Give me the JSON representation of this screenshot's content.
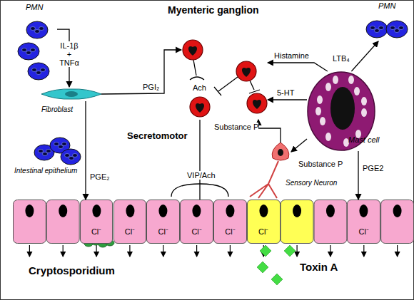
{
  "diagram": {
    "nodes": [
      {
        "text": [
          "PMN"
        ]
      },
      {
        "text": [
          "Myenteric ganglion"
        ]
      },
      {
        "text": [
          "PMN"
        ]
      },
      {
        "text": [
          "Fibroblast"
        ]
      },
      {
        "text": [
          "Mast cell"
        ]
      },
      {
        "text": [
          "Sensory Neuron"
        ]
      },
      {
        "text": [
          "Intestinal epithelium"
        ]
      },
      {
        "text": [
          "Cl⁻"
        ],
        "in": 6
      },
      {
        "text": [
          "Cl⁻"
        ],
        "in": 6
      },
      {
        "text": [
          "Cl⁻"
        ],
        "in": 6
      },
      {
        "text": [
          "Cl⁻"
        ],
        "in": 6
      },
      {
        "text": [
          "Cl⁻"
        ],
        "in": 6
      },
      {
        "text": [
          "Cl⁻"
        ],
        "in": 6
      },
      {
        "text": [
          "Cl⁻"
        ],
        "in": 6
      }
    ],
    "edges": [
      {
        "from": 0,
        "to": 3,
        "label": "IL-1β + TNFα",
        "arrow": "to"
      },
      {
        "from": 3,
        "to": 1,
        "label": "PGI₂",
        "arrow": "to"
      },
      {
        "from": 3,
        "to": 6,
        "label": "PGE₂",
        "arrow": "to"
      },
      {
        "from": 4,
        "to": 1,
        "label": "Histamine",
        "arrow": "to"
      },
      {
        "from": 4,
        "to": 1,
        "label": "5-HT",
        "arrow": "to"
      },
      {
        "from": 4,
        "to": 2,
        "label": "LTB₄",
        "arrow": "to"
      },
      {
        "from": 4,
        "to": 5,
        "label": "Substance P",
        "arrow": "to"
      },
      {
        "from": 5,
        "to": 1,
        "label": "Substance P",
        "arrow": "to"
      },
      {
        "from": 4,
        "to": 6,
        "label": "PGE2",
        "arrow": "to"
      },
      {
        "from": 1,
        "to": 6,
        "label": "VIP/Ach",
        "arrow": "none"
      }
    ],
    "labels": [
      "Ach",
      "Secretomotor",
      "Cryptosporidium",
      "Toxin A"
    ]
  }
}
